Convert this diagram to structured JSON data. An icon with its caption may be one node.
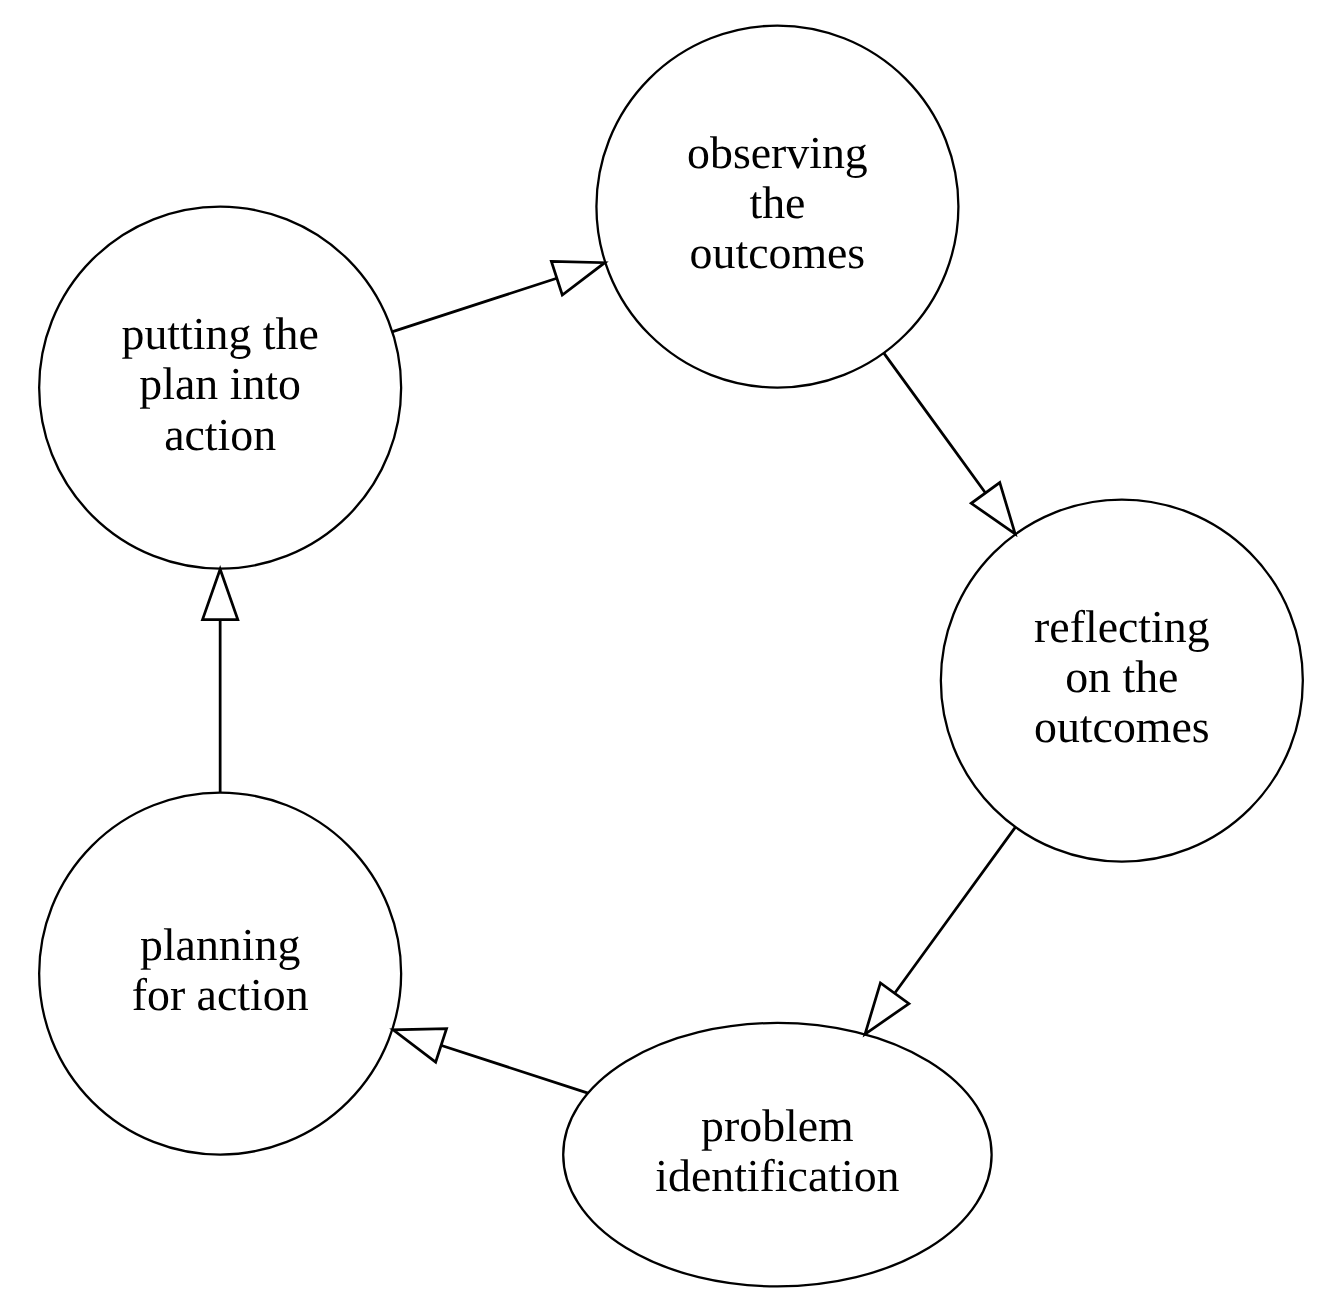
{
  "diagram": {
    "nodes": [
      {
        "text": [
          "problem identification"
        ]
      },
      {
        "text": [
          "planning for action"
        ]
      },
      {
        "text": [
          "putting the plan into action"
        ]
      },
      {
        "text": [
          "observing the outcomes"
        ]
      },
      {
        "text": [
          "reflecting on the outcomes"
        ]
      }
    ],
    "edges": [
      {
        "from": 0,
        "to": 1,
        "arrow": "to"
      },
      {
        "from": 1,
        "to": 2,
        "arrow": "to"
      },
      {
        "from": 2,
        "to": 3,
        "arrow": "to"
      },
      {
        "from": 3,
        "to": 4,
        "arrow": "to"
      },
      {
        "from": 4,
        "to": 0,
        "arrow": "to"
      }
    ]
  }
}
